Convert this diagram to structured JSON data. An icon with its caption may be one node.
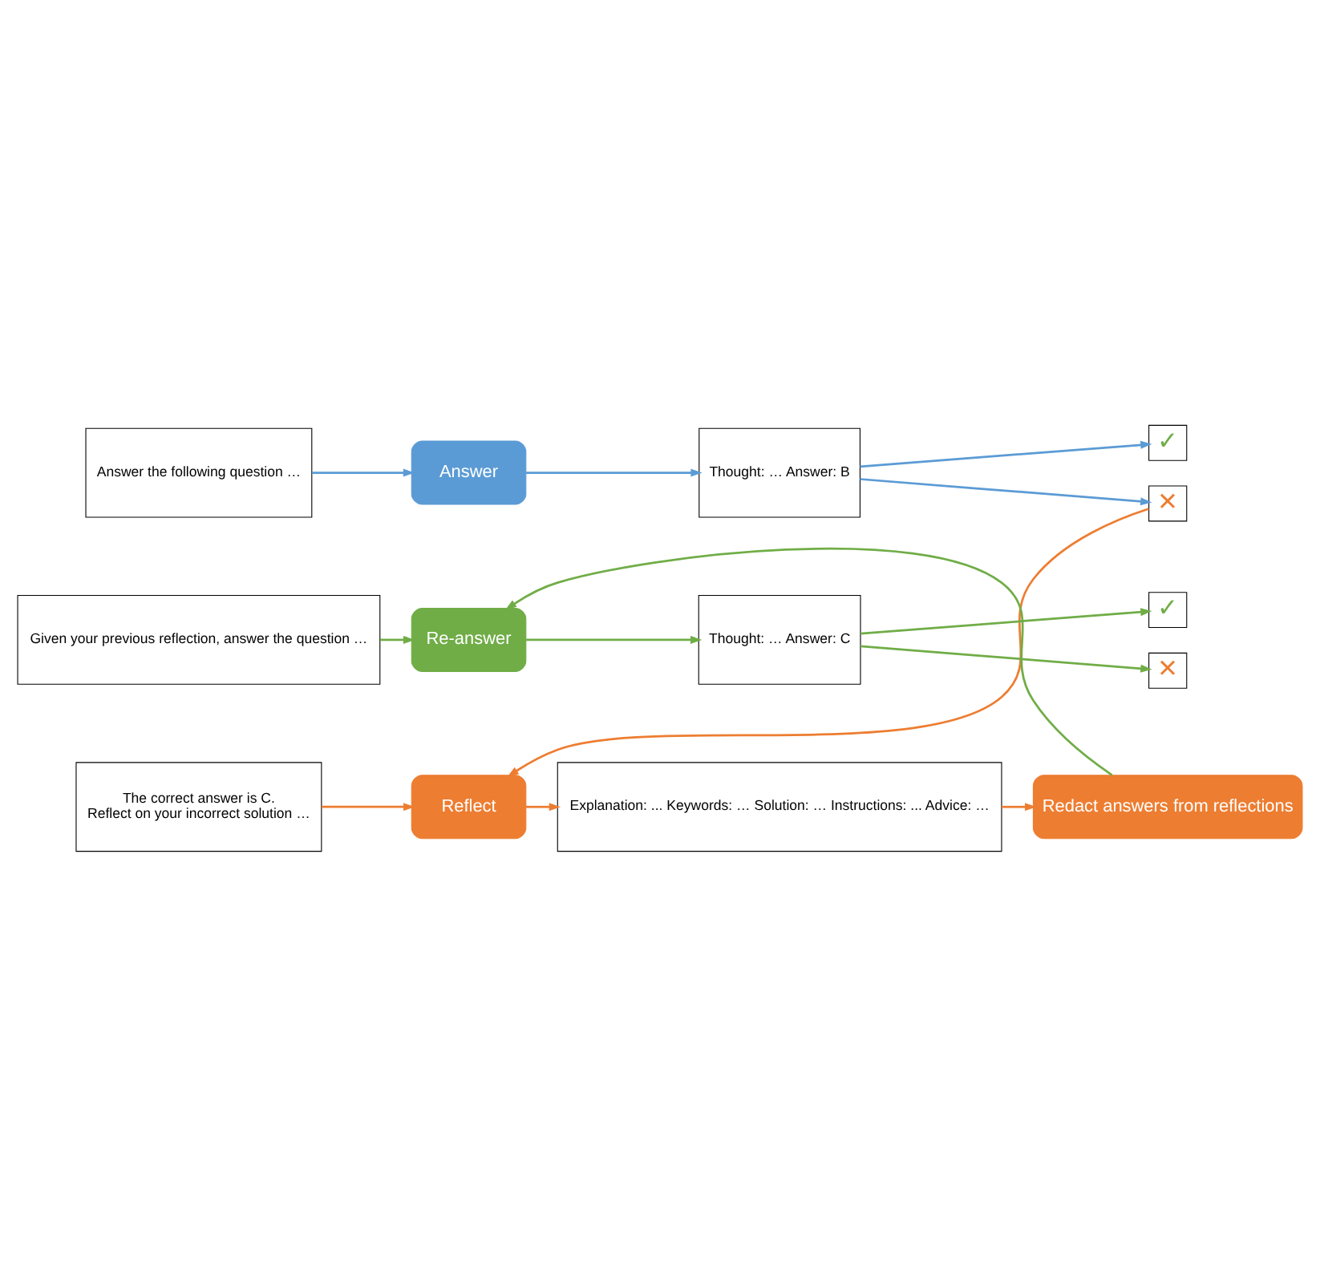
{
  "diagram": {
    "nodes": [
      {
        "text": [
          "Answer the following question …"
        ]
      },
      {
        "text": [
          "Answer"
        ]
      },
      {
        "text": [
          "Thought: … Answer: B"
        ]
      },
      {
        "text": [
          "✓"
        ]
      },
      {
        "text": [
          "✕"
        ]
      },
      {
        "text": [
          "The correct answer is C.",
          "Reflect on your incorrect solution …"
        ]
      },
      {
        "text": [
          "Reflect"
        ]
      },
      {
        "text": [
          "Explanation: ... Keywords: … Solution: … Instructions: ... Advice: …"
        ]
      },
      {
        "text": [
          "Redact answers from reflections"
        ]
      },
      {
        "text": [
          "Given your previous reflection, answer the question …"
        ]
      },
      {
        "text": [
          "Re-answer"
        ]
      },
      {
        "text": [
          "Thought: … Answer: C"
        ]
      },
      {
        "text": [
          "✓"
        ]
      },
      {
        "text": [
          "✕"
        ]
      }
    ],
    "edges": [
      {
        "from": 0,
        "to": 1,
        "arrow": "to",
        "color": "#5b9bd5"
      },
      {
        "from": 1,
        "to": 2,
        "arrow": "to",
        "color": "#5b9bd5"
      },
      {
        "from": 2,
        "to": 3,
        "arrow": "to",
        "color": "#5b9bd5"
      },
      {
        "from": 2,
        "to": 4,
        "arrow": "to",
        "color": "#5b9bd5"
      },
      {
        "from": 4,
        "to": 6,
        "arrow": "to",
        "color": "#ed7d31"
      },
      {
        "from": 5,
        "to": 6,
        "arrow": "to",
        "color": "#ed7d31"
      },
      {
        "from": 6,
        "to": 7,
        "arrow": "to",
        "color": "#ed7d31"
      },
      {
        "from": 7,
        "to": 8,
        "arrow": "to",
        "color": "#ed7d31"
      },
      {
        "from": 8,
        "to": 10,
        "arrow": "to",
        "color": "#70ad47"
      },
      {
        "from": 9,
        "to": 10,
        "arrow": "to",
        "color": "#70ad47"
      },
      {
        "from": 10,
        "to": 11,
        "arrow": "to",
        "color": "#70ad47"
      },
      {
        "from": 11,
        "to": 12,
        "arrow": "to",
        "color": "#70ad47"
      },
      {
        "from": 11,
        "to": 13,
        "arrow": "to",
        "color": "#70ad47"
      }
    ]
  }
}
